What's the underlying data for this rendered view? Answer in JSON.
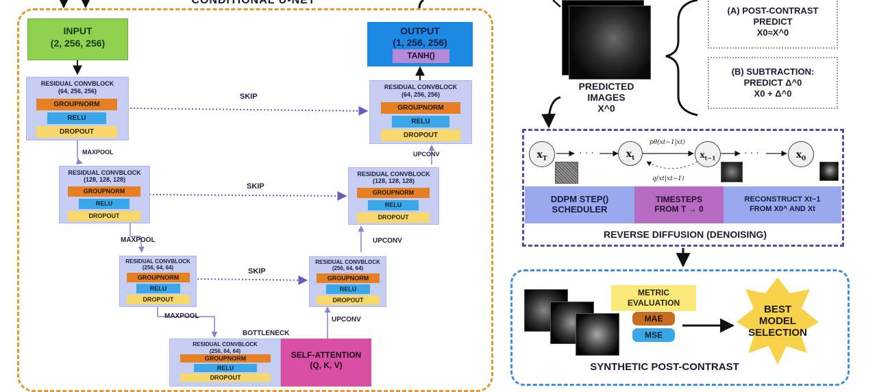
{
  "unet": {
    "title": "CONDITIONAL U-NET",
    "input": {
      "line1": "INPUT",
      "line2": "(2, 256, 256)"
    },
    "output": {
      "line1": "OUTPUT",
      "line2": "(1, 256, 256)",
      "activation": "TANH()"
    },
    "blocks": [
      {
        "title": "RESIDUAL CONVBLOCK",
        "shape": "(64, 256, 256)"
      },
      {
        "title": "RESIDUAL CONVBLOCK",
        "shape": "(128, 128, 128)"
      },
      {
        "title": "RESIDUAL CONVBLOCK",
        "shape": "(256, 64, 64)"
      },
      {
        "title": "RESIDUAL CONVBLOCK",
        "shape": "(256, 64, 64)"
      },
      {
        "title": "RESIDUAL CONVBLOCK",
        "shape": "(128, 128, 128)"
      },
      {
        "title": "RESIDUAL CONVBLOCK",
        "shape": "(64, 256, 256)"
      },
      {
        "title": "RESIDUAL CONVBLOCK",
        "shape": "(256, 64, 64)"
      }
    ],
    "layers": {
      "groupnorm": "GROUPNORM",
      "relu": "RELU",
      "dropout": "DROPOUT"
    },
    "labels": {
      "skip": "SKIP",
      "maxpool": "MAXPOOL",
      "upconv": "UPCONV",
      "bottleneck": "BOTTLENECK"
    },
    "self_attention": {
      "line1": "SELF-ATTENTION",
      "line2": "(Q, K, V)"
    }
  },
  "predicted": {
    "line1": "PREDICTED",
    "line2": "IMAGES",
    "line3": "X^0"
  },
  "modes": [
    {
      "line1": "(A) POST-CONTRAST",
      "line2": "PREDICT",
      "line3": "X0≈X^0"
    },
    {
      "line1": "(B) SUBTRACTION:",
      "line2": "PREDICT Δ^0",
      "line3": "X0 + Δ^0"
    }
  ],
  "reverse": {
    "title": "REVERSE DIFFUSION (DENOISING)",
    "nodes": [
      "x_T",
      "x_t",
      "x_{t-1}",
      "x_0"
    ],
    "forward_label": "pθ(xt−1|xt)",
    "backward_label": "q(xt|xt−1)",
    "dots": "· · ·",
    "scheduler": {
      "line1": "DDPM STEP()",
      "line2": "SCHEDULER"
    },
    "timesteps": {
      "line1": "TIMESTEPS",
      "line2": "FROM T → 0"
    },
    "reconstruct": {
      "line1": "RECONSTRUCT Xt−1",
      "line2": "FROM X0^ AND Xt"
    }
  },
  "synthetic": {
    "title": "SYNTHETIC POST-CONTRAST",
    "metric": {
      "line1": "METRIC",
      "line2": "EVALUATION"
    },
    "mae": "MAE",
    "mse": "MSE",
    "best": {
      "line1": "BEST",
      "line2": "MODEL",
      "line3": "SELECTION"
    }
  },
  "colors": {
    "unet_border": "#e39a2a",
    "reverse_border": "#5a47a8",
    "synthetic_border": "#3a8fe0",
    "groupnorm": "#e67e22",
    "relu": "#3aa8e8",
    "dropout": "#f8d86a",
    "convblock": "#c5cdf2",
    "self_attention": "#d94fa3",
    "star": "#f7d24a"
  }
}
